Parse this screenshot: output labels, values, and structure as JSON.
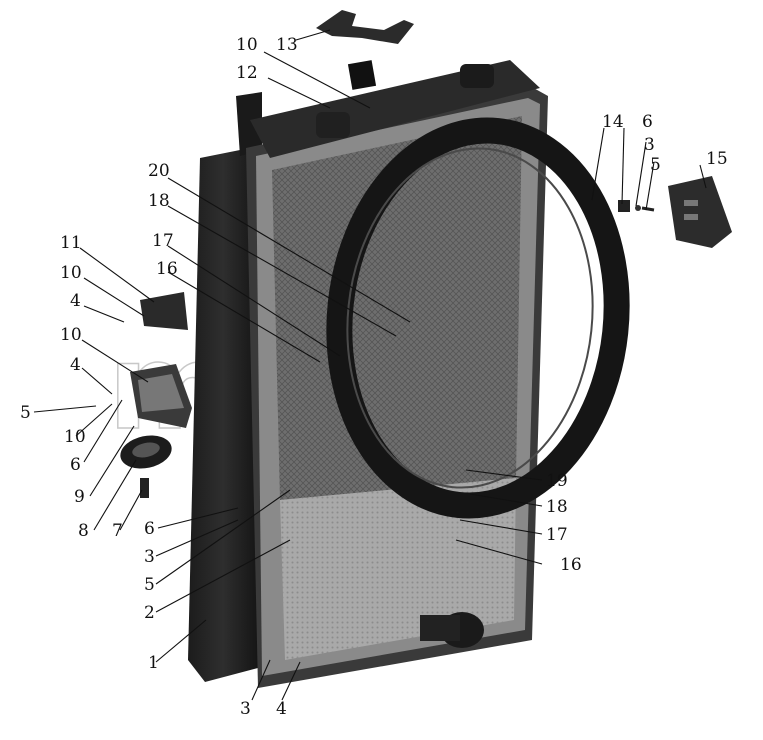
{
  "figure": {
    "watermark_text": "m      y",
    "callouts": [
      {
        "id": "c13",
        "label": "13"
      },
      {
        "id": "c10a",
        "label": "10"
      },
      {
        "id": "c12",
        "label": "12"
      },
      {
        "id": "c14",
        "label": "14"
      },
      {
        "id": "c6a",
        "label": "6"
      },
      {
        "id": "c3a",
        "label": "3"
      },
      {
        "id": "c5a",
        "label": "5"
      },
      {
        "id": "c15",
        "label": "15"
      },
      {
        "id": "c20",
        "label": "20"
      },
      {
        "id": "c18a",
        "label": "18"
      },
      {
        "id": "c17a",
        "label": "17"
      },
      {
        "id": "c16a",
        "label": "16"
      },
      {
        "id": "c11",
        "label": "11"
      },
      {
        "id": "c10b",
        "label": "10"
      },
      {
        "id": "c4a",
        "label": "4"
      },
      {
        "id": "c10c",
        "label": "10"
      },
      {
        "id": "c4b",
        "label": "4"
      },
      {
        "id": "c5b",
        "label": "5"
      },
      {
        "id": "c10d",
        "label": "10"
      },
      {
        "id": "c6b",
        "label": "6"
      },
      {
        "id": "c9",
        "label": "9"
      },
      {
        "id": "c8",
        "label": "8"
      },
      {
        "id": "c7",
        "label": "7"
      },
      {
        "id": "c6c",
        "label": "6"
      },
      {
        "id": "c3b",
        "label": "3"
      },
      {
        "id": "c5c",
        "label": "5"
      },
      {
        "id": "c2",
        "label": "2"
      },
      {
        "id": "c1",
        "label": "1"
      },
      {
        "id": "c3c",
        "label": "3"
      },
      {
        "id": "c4c",
        "label": "4"
      },
      {
        "id": "c19",
        "label": "19"
      },
      {
        "id": "c18b",
        "label": "18"
      },
      {
        "id": "c17b",
        "label": "17"
      },
      {
        "id": "c16b",
        "label": "16"
      }
    ]
  }
}
